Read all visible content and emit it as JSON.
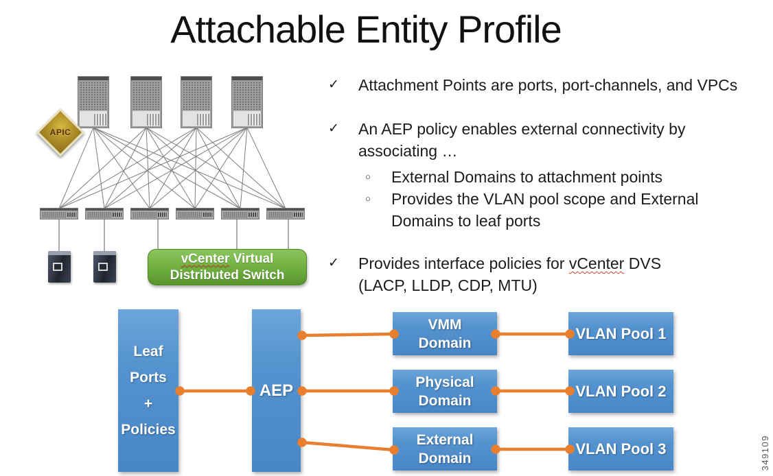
{
  "title": "Attachable Entity Profile",
  "figure_number": "349109",
  "markers": {
    "check": "✓",
    "circle": "○"
  },
  "bullets": [
    {
      "text": "Attachment Points are ports, port-channels, and VPCs"
    },
    {
      "text": "An AEP policy enables external connectivity by associating …"
    },
    {
      "text": "External Domains to attachment points"
    },
    {
      "text": "Provides the VLAN pool scope and External Domains to leaf ports"
    },
    {
      "pre": "Provides interface policies for ",
      "wavy": "vCenter",
      "post": " DVS (LACP, LLDP, CDP, MTU)"
    }
  ],
  "topology": {
    "apic_label": "APIC",
    "spine_count": 4,
    "leaf_count": 6,
    "server_count": 2,
    "vds": {
      "wavy": "vCenter",
      "line1_rest": " Virtual",
      "line2": "Distributed Switch"
    }
  },
  "flow": {
    "leaf_box_lines": [
      "Leaf",
      "Ports",
      "+",
      "Policies"
    ],
    "aep_label": "AEP",
    "domains": [
      {
        "line1": "VMM",
        "line2": "Domain"
      },
      {
        "line1": "Physical",
        "line2": "Domain"
      },
      {
        "line1": "External",
        "line2": "Domain"
      }
    ],
    "vlan_pools": [
      "VLAN Pool 1",
      "VLAN Pool 2",
      "VLAN Pool 3"
    ]
  },
  "colors": {
    "box_blue_top": "#6CA5DA",
    "box_blue_bottom": "#4886C6",
    "connector_orange": "#E87E2E",
    "vds_green_top": "#8BC65D",
    "vds_green_bottom": "#58952E",
    "apic_gold": "#B2922A",
    "mesh_gray": "#7D7D7D",
    "text_black": "#1B1B1B"
  }
}
